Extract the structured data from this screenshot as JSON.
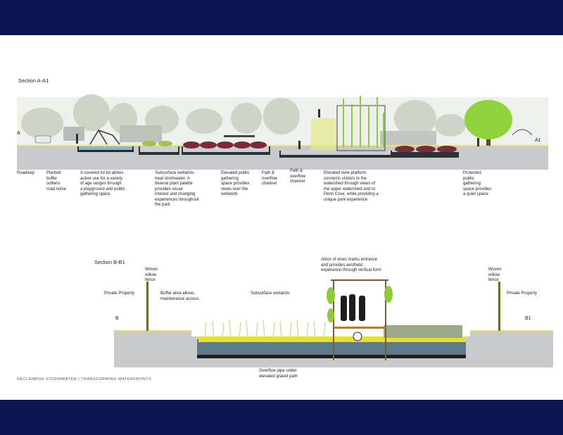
{
  "section_a": {
    "title": "Section A-A1",
    "left_marker": "A",
    "right_marker": "A1",
    "labels": [
      "Roadway",
      "Planted\nbuffer\nsoftens\nroad noise",
      "A covered tot lot allows\nactive use for a variety\nof age ranges through\na playground and public\ngathering space",
      "Subsurface wetlands\ntreat stormwater. A\ndiverse plant palette\nprovides visual\ninterest and changing\nexperiences throughout\nthe park",
      "Elevated public\ngathering\nspace provides\nviews over the\nwetlands",
      "Path &\noverflow\nchannel",
      "Path &\noverflow\nchannel",
      "Elevated view platform\nconnects visitors to the\nwatershed through views of\nthe upper watershed and to\nPenn Cove, while providing a\nunique park experience",
      "Protected\npublic\ngathering\nspace provides\na quiet space"
    ]
  },
  "section_b": {
    "title": "Section B-B1",
    "left_marker": "B",
    "right_marker": "B1",
    "labels": {
      "left_fence": "Woven\nwillow\nfence",
      "left_property": "Private Property",
      "buffer": "Buffer area allows\nmaintenance access",
      "wetlands": "Subsurface wetlands",
      "arbor": "Arbor of vines marks entrance\nand provides aesthetic\nexperience through vertical form",
      "right_fence": "Woven\nwillow\nfence",
      "right_property": "Private Property",
      "overflow": "Overflow pipe under\nelevated grated path"
    }
  },
  "footer": "RECLAIMING STORMWATER | TRANSFORMING WATERFRONTS",
  "colors": {
    "band": "#0b1552",
    "ground": "#c7c9ca",
    "accent_yellow": "#e5e35a",
    "plant_red": "#7a2a3a",
    "green": "#8fca3a"
  }
}
